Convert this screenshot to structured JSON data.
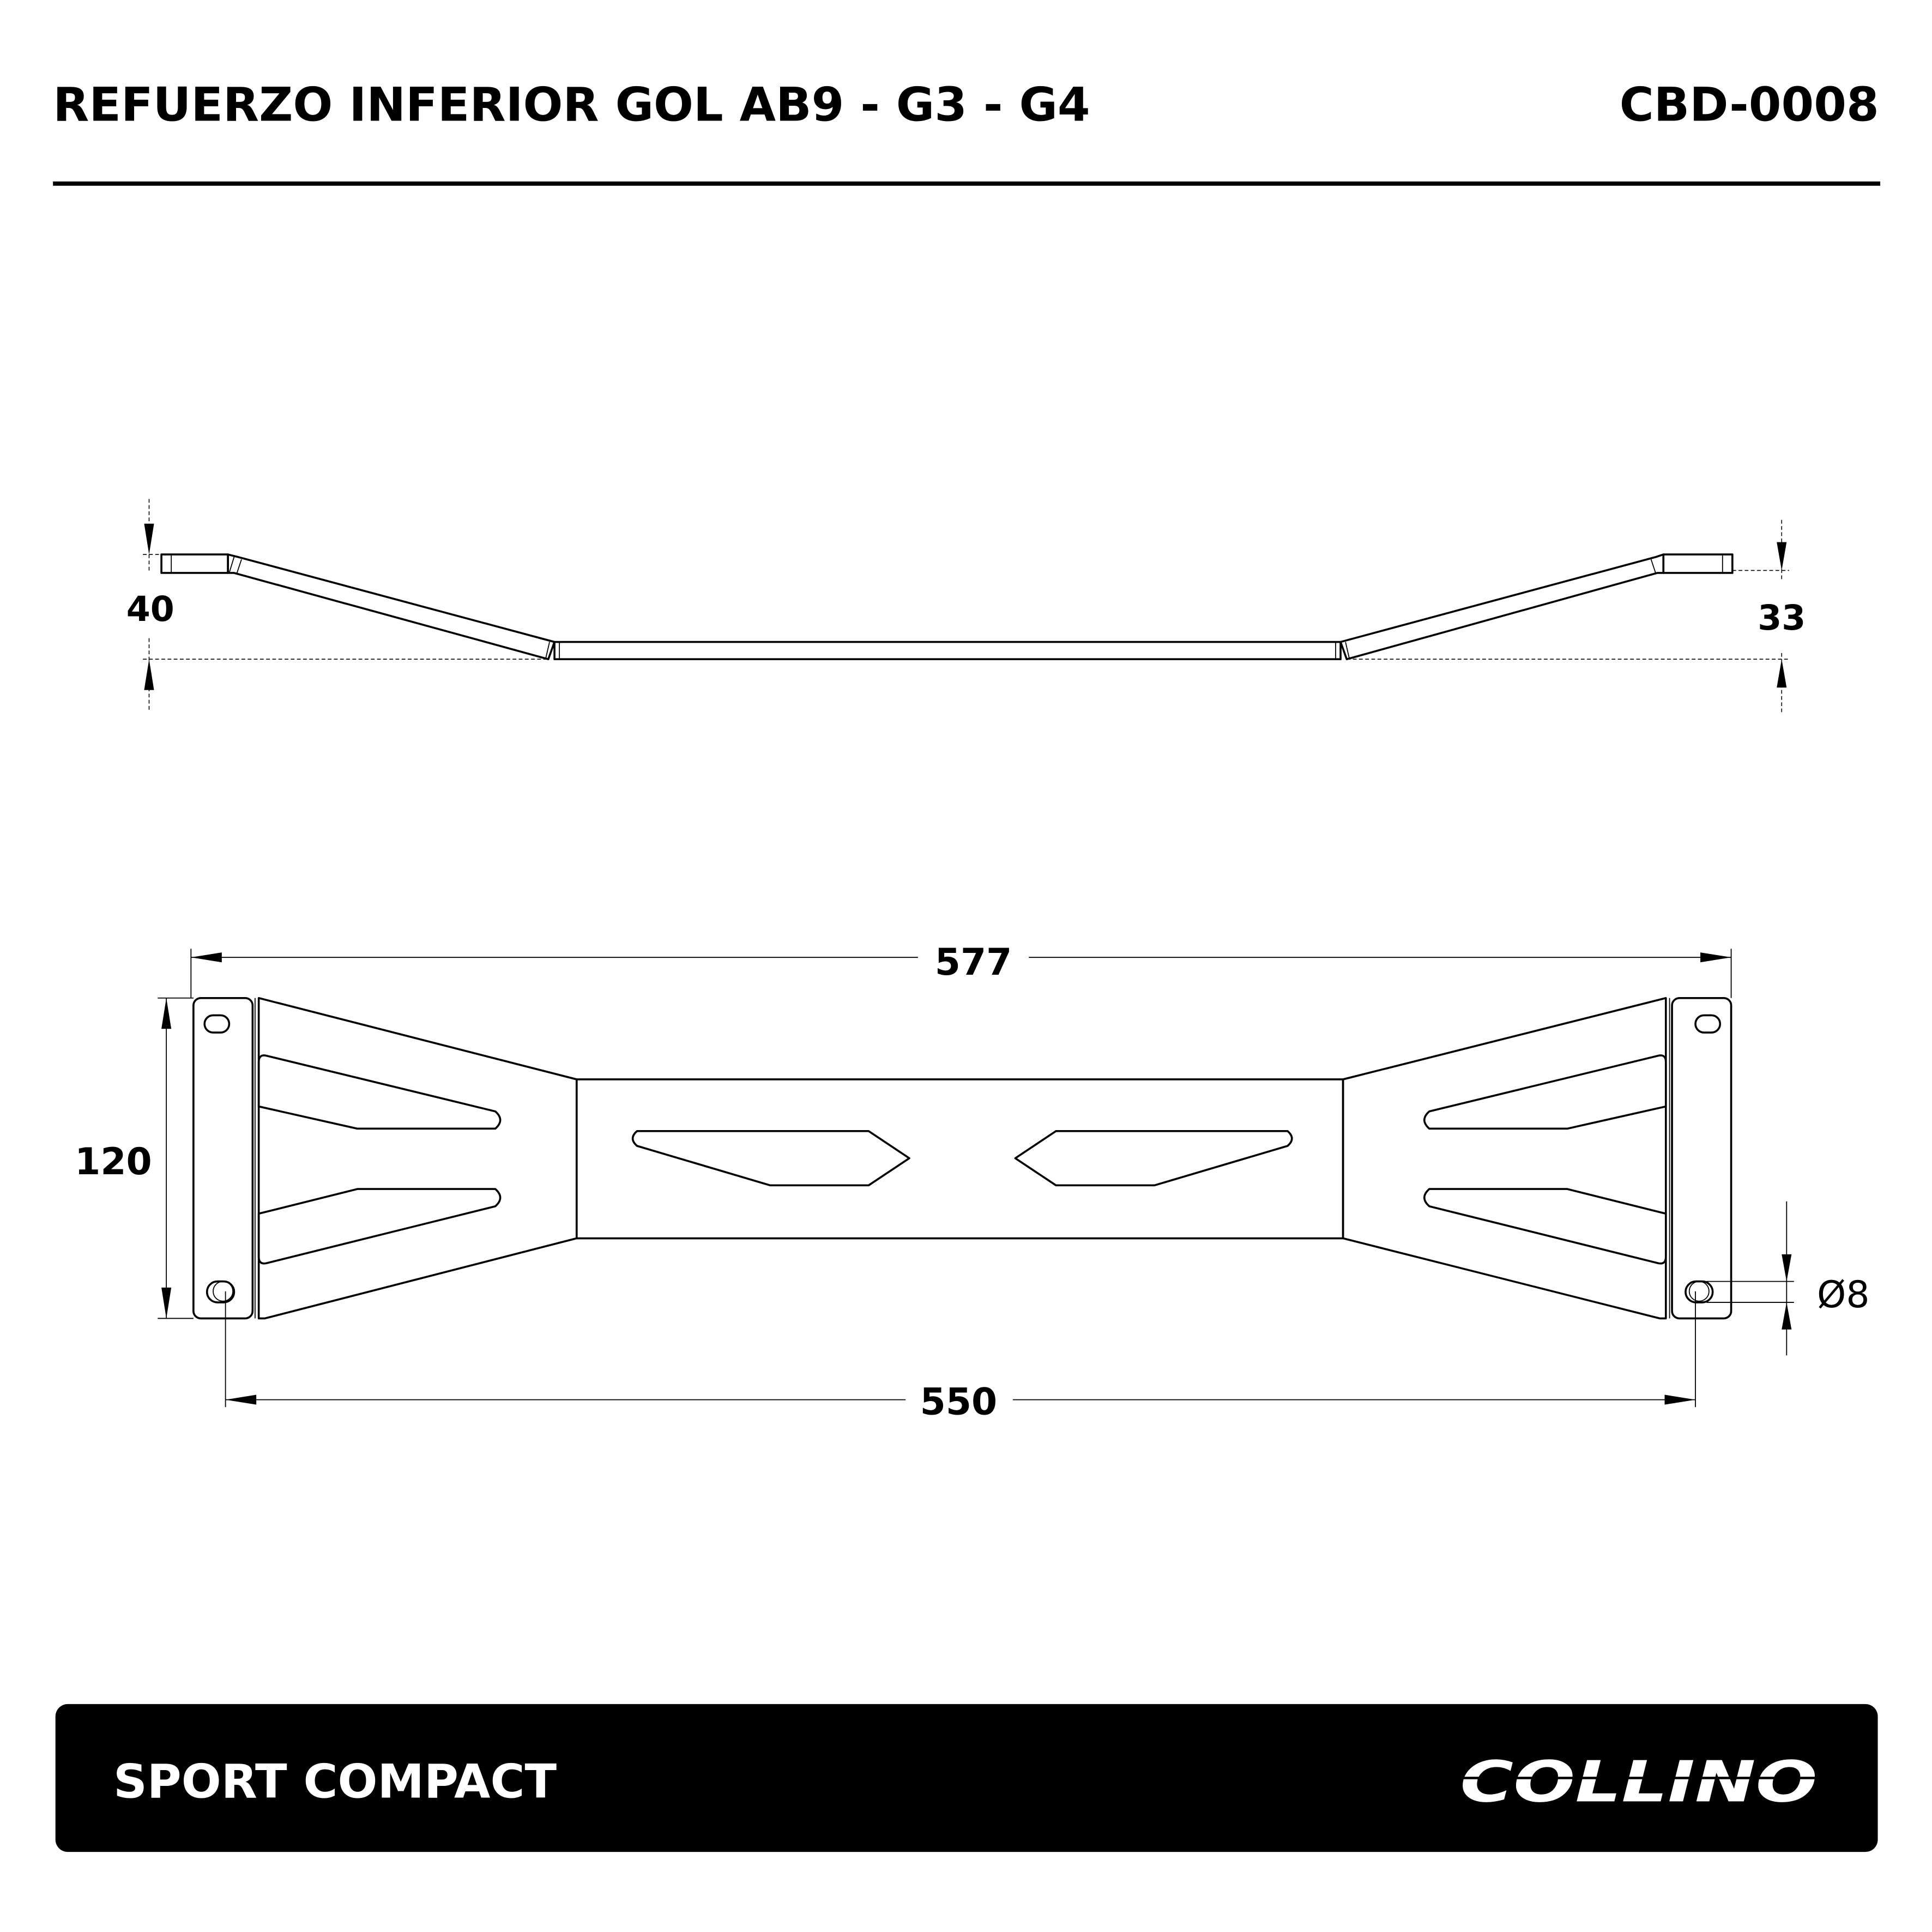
{
  "header": {
    "title": "REFUERZO INFERIOR GOL AB9 - G3 - G4",
    "code": "CBD-0008"
  },
  "dimensions": {
    "left_height": "40",
    "right_height": "33",
    "overall_length": "577",
    "width": "120",
    "hole_spacing": "550",
    "hole_diameter": "Ø8"
  },
  "footer": {
    "category": "SPORT COMPACT",
    "brand_logo": "COLLINO",
    "background_color": "#000000"
  }
}
